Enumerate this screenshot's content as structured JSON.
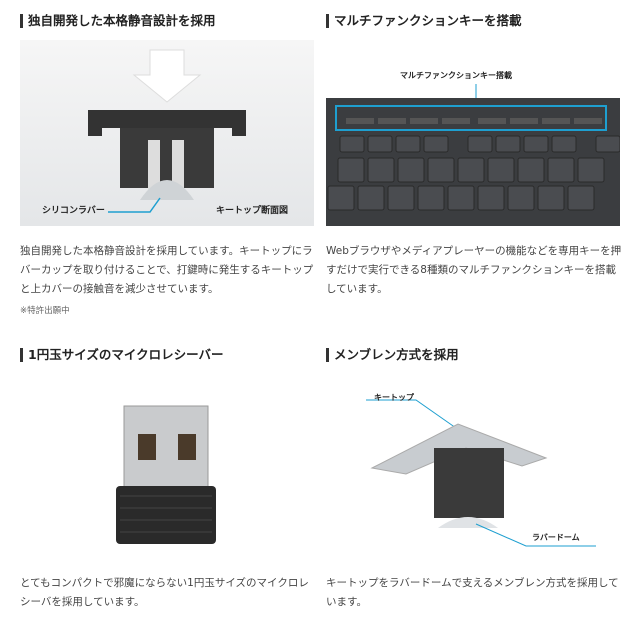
{
  "features": [
    {
      "title": "独自開発した本格静音設計を採用",
      "image_labels": {
        "rubber": "シリコンラバー",
        "section": "キートップ断面図"
      },
      "description": "独自開発した本格静音設計を採用しています。キートップにラバーカップを取り付けることで、打鍵時に発生するキートップと上カバーの接触音を減少させています。",
      "note": "※特許出願中"
    },
    {
      "title": "マルチファンクションキーを搭載",
      "image_labels": {
        "callout": "マルチファンクションキー搭載"
      },
      "description": "Webブラウザやメディアプレーヤーの機能などを専用キーを押すだけで実行できる8種類のマルチファンクションキーを搭載しています。"
    },
    {
      "title": "1円玉サイズのマイクロレシーバー",
      "description": "とてもコンパクトで邪魔にならない1円玉サイズのマイクロレシーバを採用しています。"
    },
    {
      "title": "メンブレン方式を採用",
      "image_labels": {
        "keytop": "キートップ",
        "dome": "ラバードーム"
      },
      "description": "キートップをラバードームで支えるメンブレン方式を採用しています。"
    }
  ],
  "colors": {
    "accent": "#1e9fd0",
    "heading_bar": "#333333"
  }
}
